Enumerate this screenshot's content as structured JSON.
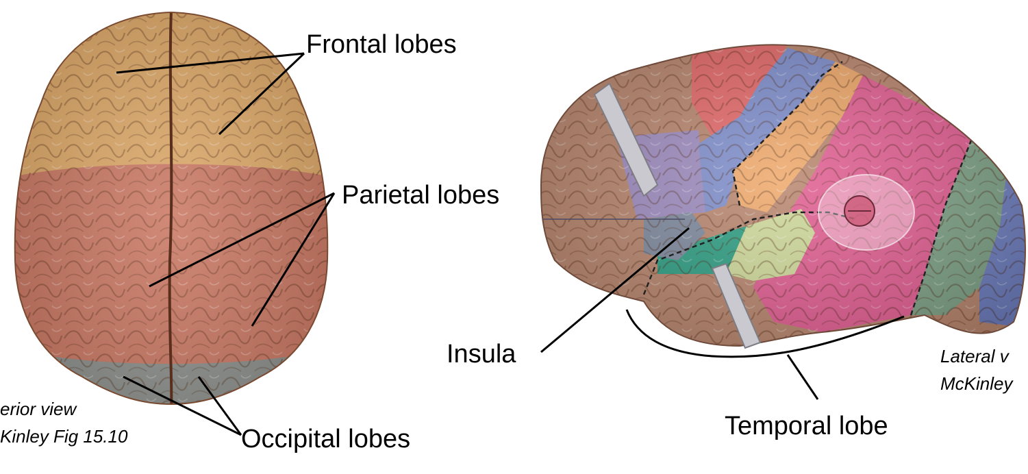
{
  "labels": {
    "frontal": "Frontal lobes",
    "parietal": "Parietal lobes",
    "occipital": "Occipital lobes",
    "insula": "Insula",
    "temporal": "Temporal lobe"
  },
  "captions": {
    "superior_line1": "erior view",
    "superior_line2": "Kinley Fig 15.10",
    "lateral_line1": "Lateral v",
    "lateral_line2": "McKinley"
  },
  "colors": {
    "frontal_superior": "#dda766",
    "parietal_superior": "#c97560",
    "occipital_superior": "#8a8d89",
    "lateral_base": "#b9876f",
    "lateral_red": "#e46a6a",
    "lateral_blue": "#7f8ecb",
    "lateral_orange": "#eea86a",
    "lateral_pink": "#e25f93",
    "lateral_green": "#7fa287",
    "lateral_teal": "#2f9e83",
    "leader_line": "#000000"
  }
}
